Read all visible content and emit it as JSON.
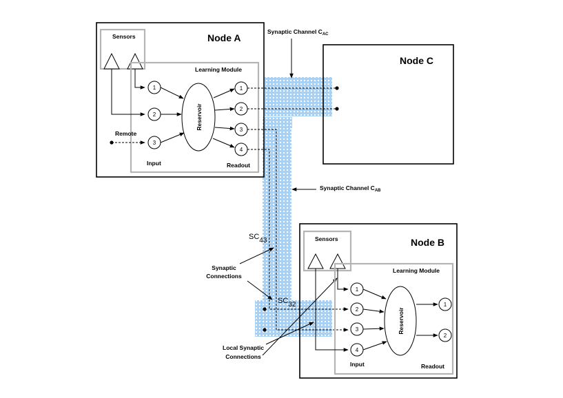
{
  "nodeA": {
    "title": "Node A",
    "sensors": "Sensors",
    "learning_module": "Learning Module",
    "reservoir": "Reservoir",
    "remote": "Remote",
    "input": "Input",
    "readout": "Readout",
    "inputs": [
      "1",
      "2",
      "3"
    ],
    "outputs": [
      "1",
      "2",
      "3",
      "4"
    ]
  },
  "nodeB": {
    "title": "Node B",
    "sensors": "Sensors",
    "learning_module": "Learning Module",
    "reservoir": "Reservoir",
    "input": "Input",
    "readout": "Readout",
    "inputs": [
      "1",
      "2",
      "3",
      "4"
    ],
    "outputs": [
      "1",
      "2"
    ]
  },
  "nodeC": {
    "title": "Node C"
  },
  "channels": {
    "ac_label": "Synaptic Channel C",
    "ac_sub": "AC",
    "ab_label": "Synaptic Channel C",
    "ab_sub": "AB"
  },
  "annotations": {
    "sc43_main": "SC",
    "sc43_sub": "43",
    "sc32_main": "SC",
    "sc32_sub": "32",
    "synaptic_connections": [
      "Synaptic",
      "Connections"
    ],
    "local_synaptic_connections": [
      "Local Synaptic",
      "Connections"
    ]
  },
  "colors": {
    "channel_fill": "#a8d1f4",
    "channel_grid": "#ffffff",
    "module_border": "#b4b4b4"
  }
}
